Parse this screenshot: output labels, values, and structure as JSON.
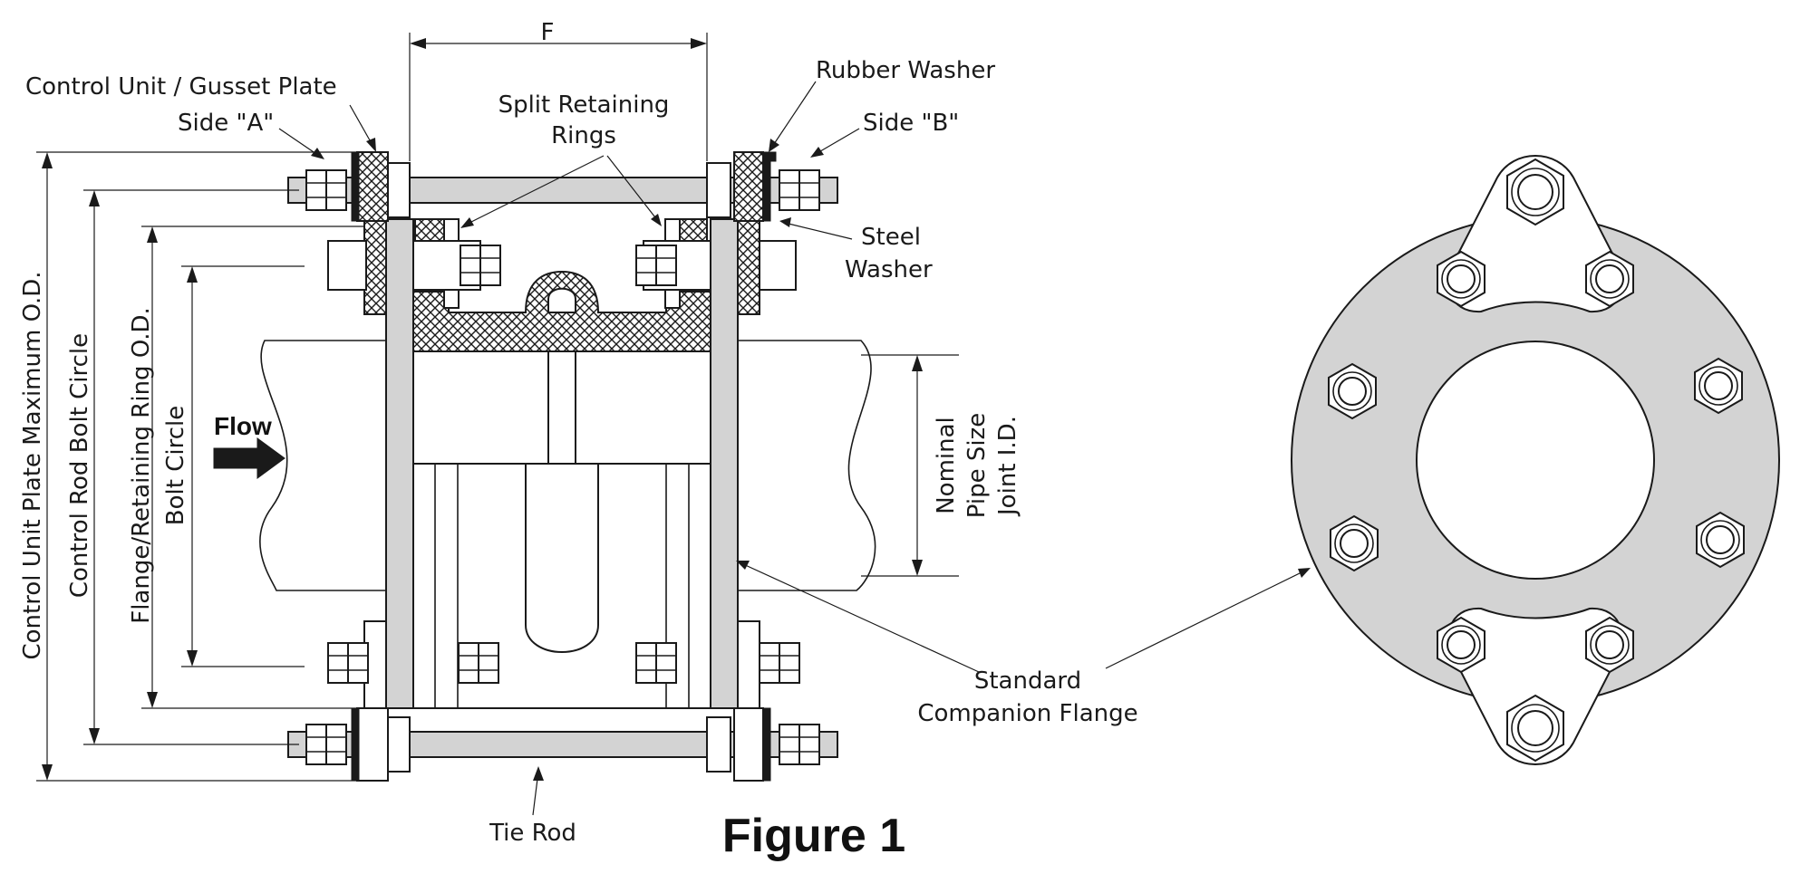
{
  "labels": {
    "control_unit_gusset_plate": "Control Unit / Gusset Plate",
    "side_a": "Side \"A\"",
    "dimension_f": "F",
    "split_retaining_rings_line1": "Split Retaining",
    "split_retaining_rings_line2": "Rings",
    "rubber_washer": "Rubber Washer",
    "side_b": "Side \"B\"",
    "steel_washer_line1": "Steel",
    "steel_washer_line2": "Washer",
    "control_unit_plate_max_od": "Control Unit Plate Maximum O.D.",
    "control_rod_bolt_circle": "Control Rod Bolt Circle",
    "flange_retaining_ring_od": "Flange/Retaining Ring O.D.",
    "bolt_circle": "Bolt Circle",
    "flow": "Flow",
    "nominal": "Nominal",
    "pipe_size": "Pipe Size",
    "joint_id": "Joint I.D.",
    "standard_companion_flange_line1": "Standard",
    "standard_companion_flange_line2": "Companion Flange",
    "tie_rod": "Tie Rod",
    "figure_title": "Figure 1"
  },
  "colors": {
    "metal": "#d3d3d3",
    "ink": "#1a1a1a",
    "background": "#ffffff"
  }
}
